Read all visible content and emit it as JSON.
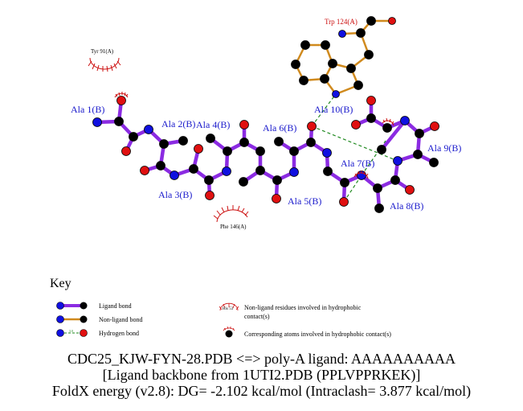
{
  "residue_labels": {
    "ala1": "Ala 1(B)",
    "ala2": "Ala 2(B)",
    "ala3": "Ala 3(B)",
    "ala4": "Ala 4(B)",
    "ala5": "Ala 5(B)",
    "ala6": "Ala 6(B)",
    "ala7": "Ala 7(B)",
    "ala8": "Ala 8(B)",
    "ala9": "Ala 9(B)",
    "ala10": "Ala 10(B)",
    "trp124": "Trp 124(A)",
    "tyr91": "Tyr 91(A)",
    "phe146": "Phe 146(A)"
  },
  "key": {
    "title": "Key",
    "ligand_bond": "Ligand bond",
    "nonligand_bond": "Non-ligand bond",
    "hydrogen_bond": "Hydrogen bond",
    "hbond_length": "3.0",
    "sample_residue": "His 53",
    "hydrophobic_residues_line1": "Non-ligand residues involved in hydrophobic",
    "hydrophobic_residues_line2": "contact(s)",
    "hydrophobic_atoms": "Corresponding atoms involved in hydrophobic contact(s)"
  },
  "caption": {
    "line1": "CDC25_KJW-FYN-28.PDB <=> poly-A ligand: AAAAAAAAAA",
    "line2": "[Ligand backbone from 1UTI2.PDB (PPLVPPRKEK)]",
    "line3": "FoldX energy (v2.8): DG= -2.102 kcal/mol (Intraclash= 3.877 kcal/mol)"
  },
  "colors": {
    "ligand_bond": "#8b2be2",
    "nonligand_bond": "#d08a1e",
    "hbond": "#228b22",
    "carbon": "#000000",
    "nitrogen": "#1010e0",
    "oxygen": "#e01010",
    "residue_text": "#1a1acc",
    "nonligand_text": "#cc1010",
    "hydrophobic": "#cc1010"
  }
}
